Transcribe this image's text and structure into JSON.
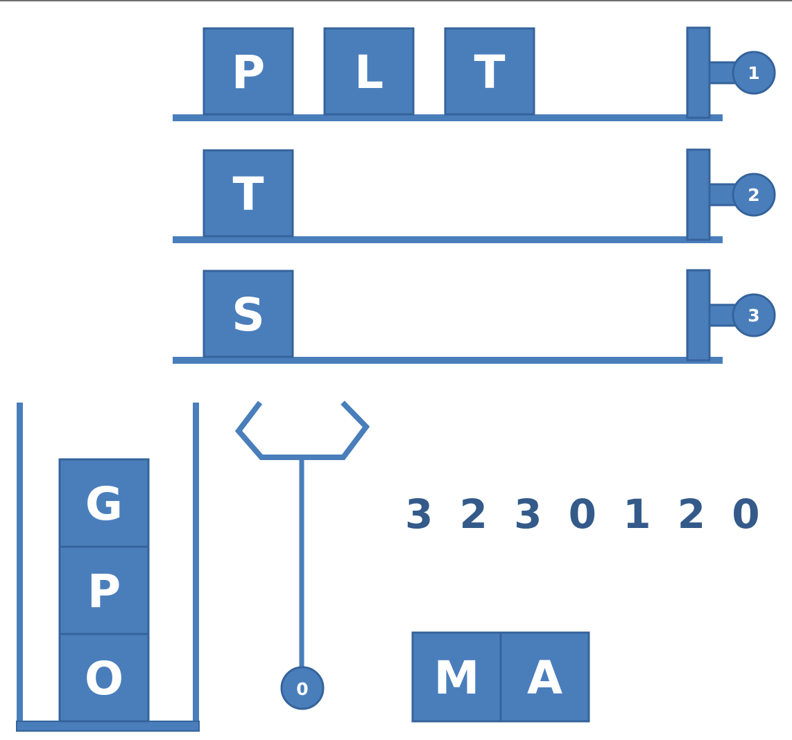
{
  "colors": {
    "block_fill": "#4a7ebb",
    "block_stroke": "#35639b",
    "line": "#4a7ebb",
    "sequence_text": "#345a8a"
  },
  "shelves": [
    {
      "knob_label": "1",
      "blocks": [
        "P",
        "L",
        "T"
      ]
    },
    {
      "knob_label": "2",
      "blocks": [
        "T"
      ]
    },
    {
      "knob_label": "3",
      "blocks": [
        "S"
      ]
    }
  ],
  "bin": {
    "blocks_top_to_bottom": [
      "G",
      "P",
      "O"
    ]
  },
  "arm": {
    "knob_label": "0"
  },
  "sequence": "3 2 3 0 1 2 0",
  "loose_blocks": [
    "M",
    "A"
  ]
}
